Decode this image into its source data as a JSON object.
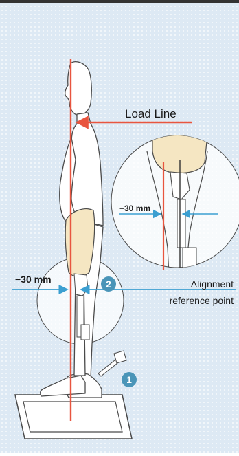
{
  "labels": {
    "load_line": "Load Line",
    "inset_measure": "−30 mm",
    "main_measure": "−30 mm",
    "alignment_line1": "Alignment",
    "alignment_line2": "reference point"
  },
  "badges": {
    "step_one": "1",
    "step_two": "2"
  },
  "colors": {
    "background": "#dde9f4",
    "dot_grid": "#ffffff",
    "load_line": "#e8553f",
    "measure_arrow": "#3b9fd1",
    "badge": "#4a95b8",
    "socket": "#f5e6c2",
    "body_fill": "#ffffff",
    "outline": "#4a4a4a",
    "top_rule": "#333333"
  }
}
